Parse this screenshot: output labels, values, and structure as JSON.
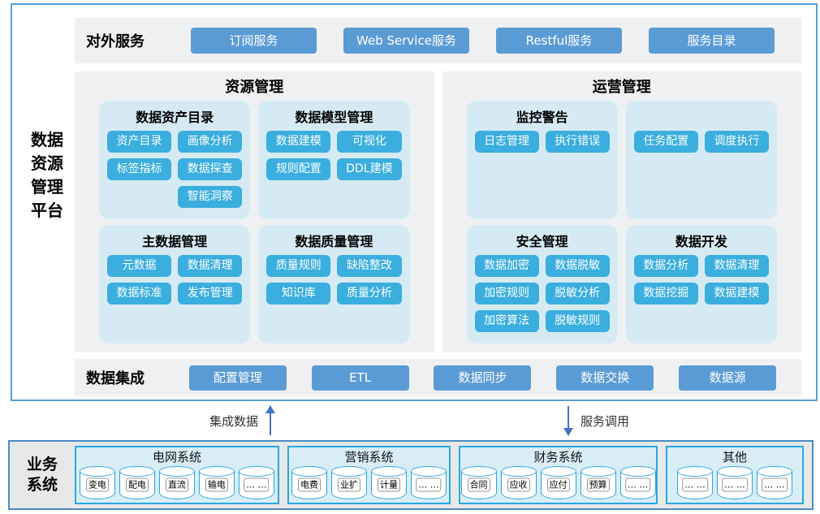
{
  "platform": {
    "title_lines": [
      "数据",
      "资源",
      "管理",
      "平台"
    ],
    "external_services": {
      "label": "对外服务",
      "buttons": [
        "订阅服务",
        "Web Service服务",
        "Restful服务",
        "服务目录"
      ]
    },
    "resource_management": {
      "title": "资源管理",
      "cards": [
        {
          "title": "数据资产目录",
          "buttons": [
            "资产目录",
            "画像分析",
            "标签指标",
            "数据探查",
            "智能洞察"
          ]
        },
        {
          "title": "数据模型管理",
          "buttons": [
            "数据建模",
            "可视化",
            "规则配置",
            "DDL建模"
          ]
        },
        {
          "title": "主数据管理",
          "buttons": [
            "元数据",
            "数据清理",
            "数据标准",
            "发布管理"
          ]
        },
        {
          "title": "数据质量管理",
          "buttons": [
            "质量规则",
            "缺陷整改",
            "知识库",
            "质量分析"
          ]
        }
      ]
    },
    "operation_management": {
      "title": "运营管理",
      "cards": [
        {
          "title": "监控警告",
          "buttons": [
            "日志管理",
            "执行错误"
          ]
        },
        {
          "title": "",
          "buttons": [
            "任务配置",
            "调度执行"
          ]
        },
        {
          "title": "安全管理",
          "buttons": [
            "数据加密",
            "数据脱敏",
            "加密规则",
            "脱敏分析",
            "加密算法",
            "脱敏规则"
          ]
        },
        {
          "title": "数据开发",
          "buttons": [
            "数据分析",
            "数据清理",
            "数据挖掘",
            "数据建模"
          ]
        }
      ]
    },
    "data_integration": {
      "label": "数据集成",
      "buttons": [
        "配置管理",
        "ETL",
        "数据同步",
        "数据交换",
        "数据源"
      ]
    }
  },
  "flows": {
    "integrate_data": "集成数据",
    "service_call": "服务调用"
  },
  "business_systems": {
    "label_lines": [
      "业务",
      "系统"
    ],
    "groups": [
      {
        "title": "电网系统",
        "databases": [
          "变电",
          "配电",
          "直流",
          "输电",
          "… …"
        ]
      },
      {
        "title": "营销系统",
        "databases": [
          "电费",
          "业扩",
          "计量",
          "… …"
        ]
      },
      {
        "title": "财务系统",
        "databases": [
          "合同",
          "应收",
          "应付",
          "预算",
          "… …"
        ]
      },
      {
        "title": "其他",
        "databases": [
          "… …",
          "… …",
          "… …"
        ]
      }
    ]
  },
  "colors": {
    "outer_border": "#5b9fd4",
    "panel_bg": "#eef0f1",
    "card_bg": "#d6eaf4",
    "button_blue": "#5b9bd5",
    "button_cyan": "#3aaede",
    "db_border": "#2aa7dc",
    "arrow": "#4472c4"
  }
}
